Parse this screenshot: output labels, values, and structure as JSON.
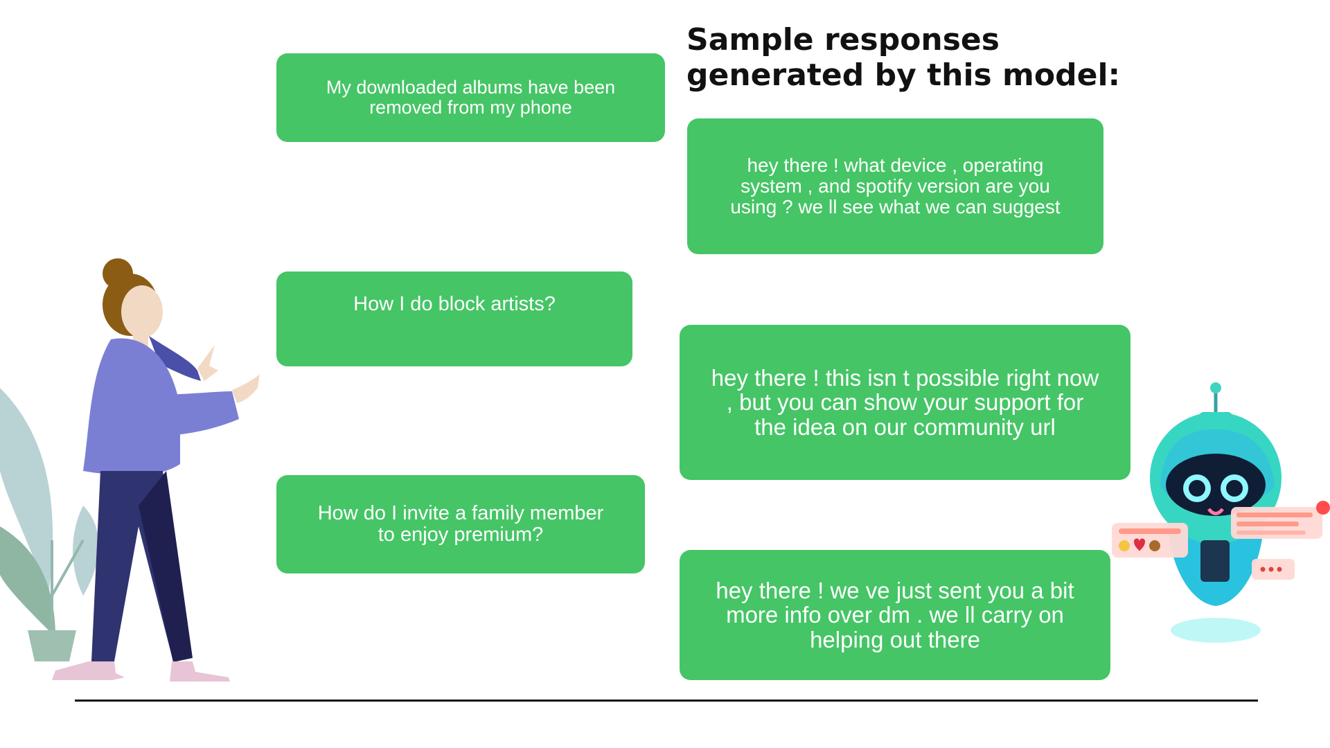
{
  "heading": "Sample responses generated by this model:",
  "questions": [
    "My downloaded albums have been removed from my phone",
    "How I do block artists?",
    "How do I invite a family member to enjoy premium?"
  ],
  "responses": [
    "hey there ! what device , operating system , and spotify version are you using ? we ll see what we can suggest",
    "hey there ! this isn t possible right now , but you can show your support for the idea on our community url",
    "hey there ! we ve just sent you a bit more info over dm . we ll carry on helping out there"
  ],
  "colors": {
    "bubble": "#45c566",
    "text_on_bubble": "#ffffff",
    "heading": "#111111"
  },
  "illustrations": {
    "left": "woman-figure-with-plant",
    "right": "robot-chatbot-icon"
  }
}
